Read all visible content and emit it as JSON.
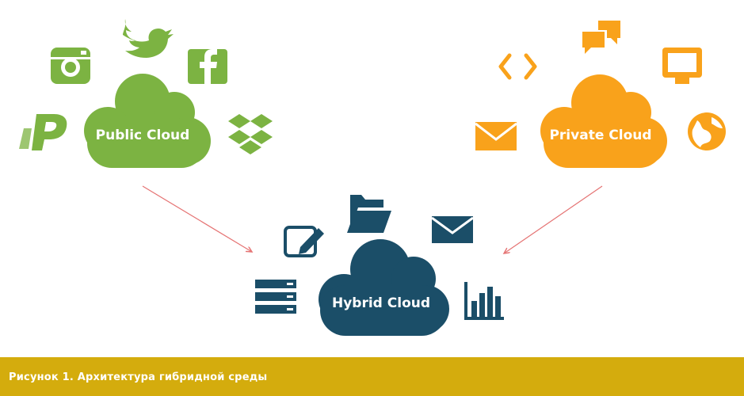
{
  "clouds": {
    "public": {
      "label": "Public Cloud",
      "color": "#7cb342"
    },
    "private": {
      "label": "Private Cloud",
      "color": "#f9a21b"
    },
    "hybrid": {
      "label": "Hybrid Cloud",
      "color": "#1b4e68"
    }
  },
  "icons": {
    "public": [
      "camera-icon",
      "twitter-icon",
      "facebook-icon",
      "paypal-icon",
      "dropbox-icon"
    ],
    "private": [
      "code-icon",
      "chat-bubbles-icon",
      "monitor-icon",
      "envelope-icon",
      "globe-icon"
    ],
    "hybrid": [
      "edit-icon",
      "folder-icon",
      "envelope-icon",
      "server-icon",
      "bar-chart-icon"
    ]
  },
  "arrow_color": "#e57373",
  "caption": {
    "text": "Рисунок 1. Архитектура гибридной среды",
    "background": "#d4ac0d"
  }
}
